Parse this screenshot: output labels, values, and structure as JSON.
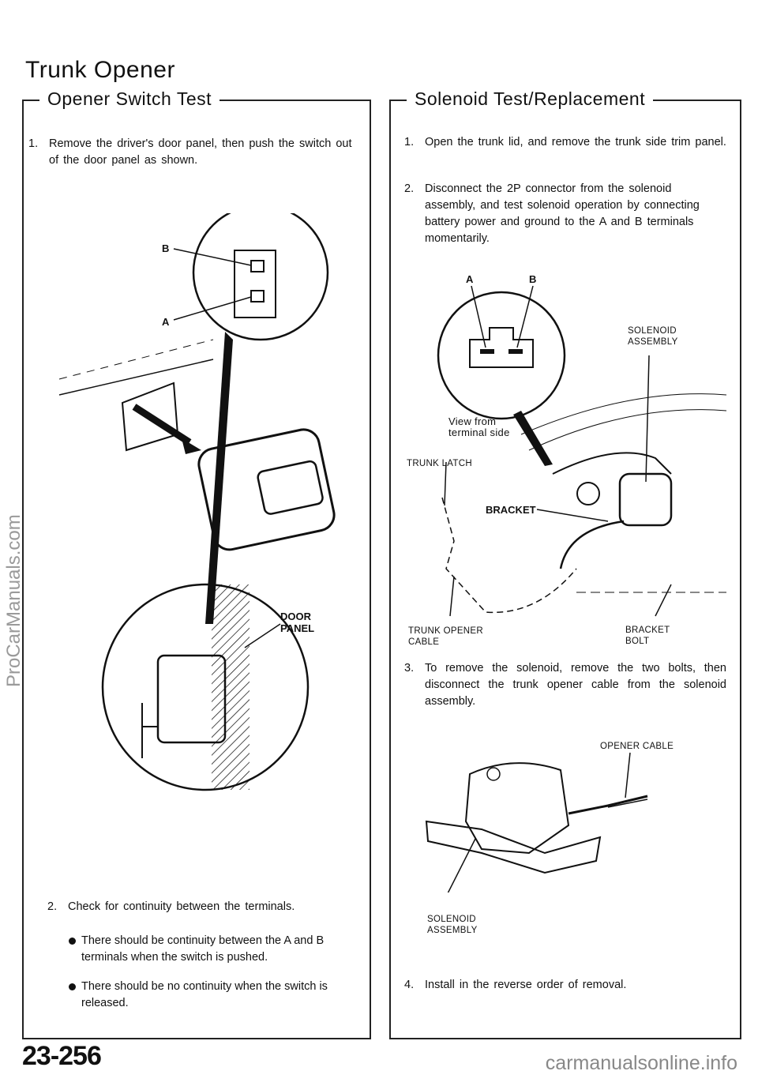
{
  "title": "Trunk Opener",
  "left": {
    "heading": "Opener Switch Test",
    "step1": {
      "num": "1.",
      "text": "Remove the driver's door panel, then push the switch out of the door panel as shown."
    },
    "figure_labels": {
      "b": "B",
      "a": "A",
      "door_panel_1": "DOOR",
      "door_panel_2": "PANEL"
    },
    "step2": {
      "num": "2.",
      "text": "Check for continuity between the terminals."
    },
    "bullets": [
      "There should be continuity between the A and B terminals when the switch is pushed.",
      "There should be no continuity when the switch is released."
    ]
  },
  "right": {
    "heading": "Solenoid Test/Replacement",
    "step1": {
      "num": "1.",
      "text": "Open the trunk lid, and remove the trunk side trim panel."
    },
    "step2": {
      "num": "2.",
      "text": "Disconnect the 2P connector from the solenoid assembly, and test solenoid operation by connecting battery power and ground to the A and B terminals momentarily."
    },
    "figure1_labels": {
      "a": "A",
      "b": "B",
      "solenoid_1": "SOLENOID",
      "solenoid_2": "ASSEMBLY",
      "view_1": "View from",
      "view_2": "terminal side",
      "trunk_latch": "TRUNK LATCH",
      "bracket": "BRACKET",
      "cable_1": "TRUNK OPENER",
      "cable_2": "CABLE",
      "bolt_1": "BRACKET",
      "bolt_2": "BOLT"
    },
    "step3": {
      "num": "3.",
      "text": "To remove the solenoid, remove the two bolts, then disconnect the trunk opener cable from the solenoid assembly."
    },
    "figure2_labels": {
      "opener_cable": "OPENER CABLE",
      "solenoid_1": "SOLENOID",
      "solenoid_2": "ASSEMBLY"
    },
    "step4": {
      "num": "4.",
      "text": "Install in the reverse order of removal."
    }
  },
  "page_number": "23-256",
  "watermark_bottom": "carmanualsonline.info",
  "watermark_side": "ProCarManuals.com"
}
